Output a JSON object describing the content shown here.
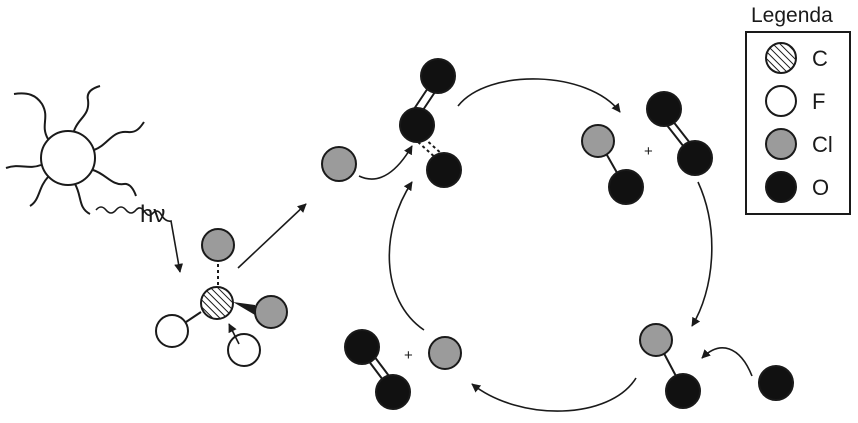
{
  "photon_label": "hν",
  "plus_sign": "+",
  "legend": {
    "title": "Legenda",
    "items": [
      {
        "key": "carbon",
        "label": "C",
        "style": "hatched"
      },
      {
        "key": "fluorine",
        "label": "F",
        "fill": "#ffffff"
      },
      {
        "key": "chlorine",
        "label": "Cl",
        "fill": "#9b9b9b"
      },
      {
        "key": "oxygen",
        "label": "O",
        "fill": "#111111"
      }
    ]
  },
  "colors": {
    "carbon": "hatched",
    "fluorine": "#ffffff",
    "chlorine": "#9b9b9b",
    "oxygen": "#111111",
    "stroke": "#1a1a1a"
  },
  "icons": [
    "sun-icon",
    "photon-wave-icon"
  ]
}
